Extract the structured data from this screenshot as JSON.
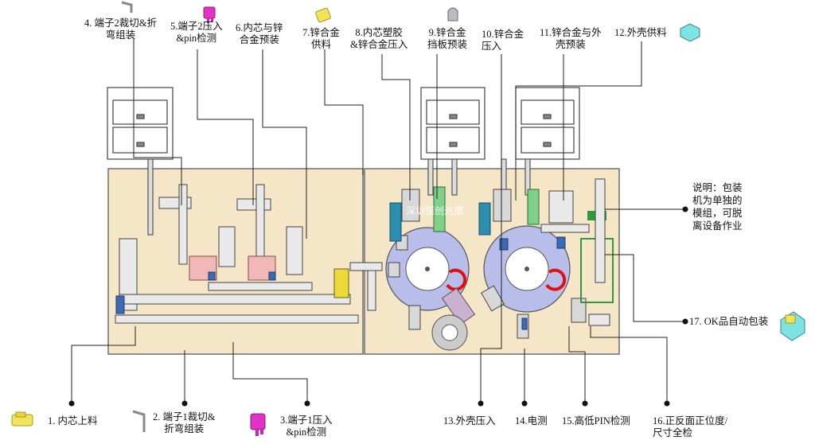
{
  "diagram": {
    "labels": {
      "l1": "1. 内芯上料",
      "l2a": "2. 端子1裁切&",
      "l2b": "折弯组装",
      "l3a": "3.端子1压入",
      "l3b": "&pin检测",
      "l4a": "4. 端子2裁切&折",
      "l4b": "弯组装",
      "l5a": "5.端子2压入",
      "l5b": "&pin检测",
      "l6a": "6.内芯与锌",
      "l6b": "合金预装",
      "l7a": "7.锌合金",
      "l7b": "供料",
      "l8a": "8.内芯塑胶",
      "l8b": "&锌合金压入",
      "l9a": "9.锌合金",
      "l9b": "挡板预装",
      "l10a": "10.锌合金",
      "l10b": "压入",
      "l11a": "11.锌合金与外",
      "l11b": "壳预装",
      "l12": "12.外壳供料",
      "l13": "13.外壳压入",
      "l14": "14.电测",
      "l15": "15.高低PIN检测",
      "l16a": "16.正反面正位度/",
      "l16b": "尺寸全检",
      "l17": "17. OK品自动包装",
      "note1": "说明：包装",
      "note2": "机为单独的",
      "note3": "模组，可脱",
      "note4": "离设备作业"
    },
    "watermark": "深圳恒创达德"
  }
}
